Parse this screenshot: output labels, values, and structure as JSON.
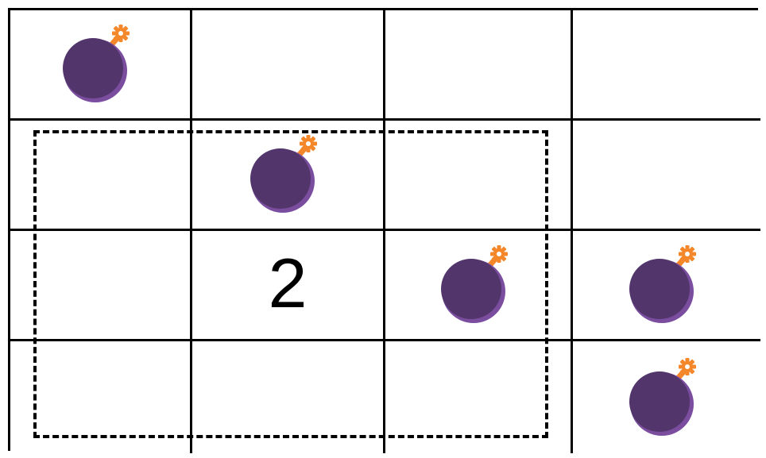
{
  "board": {
    "rows": 4,
    "cols": 4,
    "cells": [
      [
        "bomb",
        "",
        "",
        ""
      ],
      [
        "",
        "bomb",
        "",
        ""
      ],
      [
        "",
        "2",
        "bomb",
        "bomb"
      ],
      [
        "",
        "",
        "",
        "bomb"
      ]
    ]
  },
  "colors": {
    "bomb_body": "#52356b",
    "bomb_highlight": "#7a4d9e",
    "fuse": "#f5872b",
    "grid_line": "#000000",
    "background": "#ffffff"
  },
  "icons": {
    "bomb": "bomb-icon"
  }
}
